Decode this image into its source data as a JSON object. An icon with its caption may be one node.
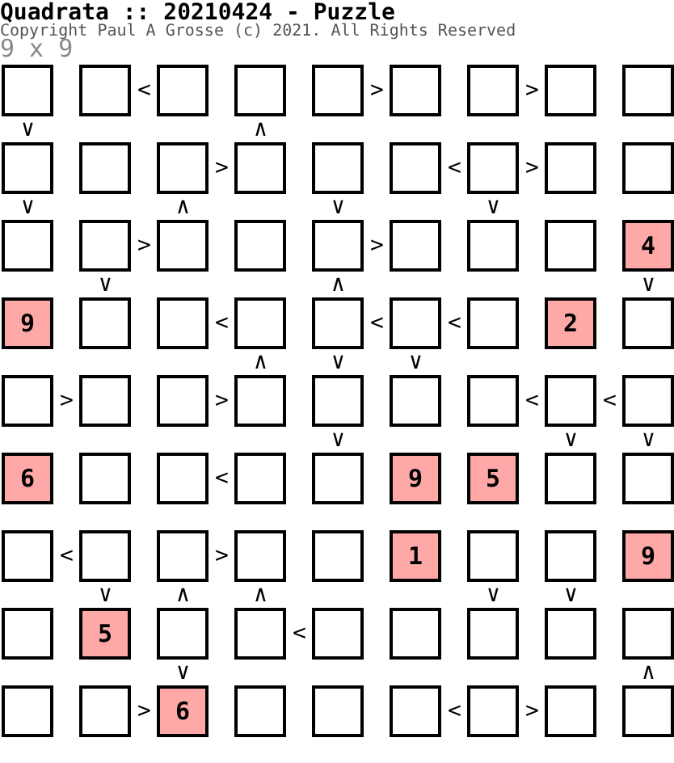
{
  "diagram": {
    "title": "Quadrata :: 20210424 - Puzzle",
    "nodes": [
      {
        "text": [],
        "shape": "box"
      },
      {
        "text": [],
        "shape": "box"
      },
      {
        "text": [],
        "shape": "box"
      },
      {
        "text": [],
        "shape": "box"
      },
      {
        "text": [],
        "shape": "box"
      },
      {
        "text": [],
        "shape": "box"
      },
      {
        "text": [],
        "shape": "box"
      },
      {
        "text": [],
        "shape": "box"
      },
      {
        "text": [],
        "shape": "box"
      },
      {
        "text": [],
        "shape": "box"
      },
      {
        "text": [],
        "shape": "box"
      },
      {
        "text": [],
        "shape": "box"
      },
      {
        "text": [],
        "shape": "box"
      },
      {
        "text": [],
        "shape": "box"
      },
      {
        "text": [],
        "shape": "box"
      },
      {
        "text": [],
        "shape": "box"
      },
      {
        "text": [],
        "shape": "box"
      },
      {
        "text": [],
        "shape": "box"
      },
      {
        "text": [],
        "shape": "box"
      },
      {
        "text": [],
        "shape": "box"
      },
      {
        "text": [],
        "shape": "box"
      },
      {
        "text": [],
        "shape": "box"
      },
      {
        "text": [],
        "shape": "box"
      },
      {
        "text": [],
        "shape": "box"
      },
      {
        "text": [],
        "shape": "box"
      },
      {
        "text": [],
        "shape": "box"
      },
      {
        "text": [
          "4"
        ]
      },
      {
        "text": [
          "9"
        ]
      },
      {
        "text": [],
        "shape": "box"
      },
      {
        "text": [],
        "shape": "box"
      },
      {
        "text": [],
        "shape": "box"
      },
      {
        "text": [],
        "shape": "box"
      },
      {
        "text": [],
        "shape": "box"
      },
      {
        "text": [],
        "shape": "box"
      },
      {
        "text": [
          "2"
        ]
      },
      {
        "text": [],
        "shape": "box"
      },
      {
        "text": [],
        "shape": "box"
      },
      {
        "text": [],
        "shape": "box"
      },
      {
        "text": [],
        "shape": "box"
      },
      {
        "text": [],
        "shape": "box"
      },
      {
        "text": [],
        "shape": "box"
      },
      {
        "text": [],
        "shape": "box"
      },
      {
        "text": [],
        "shape": "box"
      },
      {
        "text": [],
        "shape": "box"
      },
      {
        "text": [],
        "shape": "box"
      },
      {
        "text": [
          "6"
        ]
      },
      {
        "text": [],
        "shape": "box"
      },
      {
        "text": [],
        "shape": "box"
      },
      {
        "text": [],
        "shape": "box"
      },
      {
        "text": [],
        "shape": "box"
      },
      {
        "text": [
          "9"
        ]
      },
      {
        "text": [
          "5"
        ]
      },
      {
        "text": [],
        "shape": "box"
      },
      {
        "text": [],
        "shape": "box"
      },
      {
        "text": [],
        "shape": "box"
      },
      {
        "text": [],
        "shape": "box"
      },
      {
        "text": [],
        "shape": "box"
      },
      {
        "text": [],
        "shape": "box"
      },
      {
        "text": [],
        "shape": "box"
      },
      {
        "text": [
          "1"
        ]
      },
      {
        "text": [],
        "shape": "box"
      },
      {
        "text": [],
        "shape": "box"
      },
      {
        "text": [
          "9"
        ]
      },
      {
        "text": [],
        "shape": "box"
      },
      {
        "text": [
          "5"
        ]
      },
      {
        "text": [],
        "shape": "box"
      },
      {
        "text": [],
        "shape": "box"
      },
      {
        "text": [],
        "shape": "box"
      },
      {
        "text": [],
        "shape": "box"
      },
      {
        "text": [],
        "shape": "box"
      },
      {
        "text": [],
        "shape": "box"
      },
      {
        "text": [],
        "shape": "box"
      },
      {
        "text": [],
        "shape": "box"
      },
      {
        "text": [],
        "shape": "box"
      },
      {
        "text": [
          "6"
        ]
      },
      {
        "text": [],
        "shape": "box"
      },
      {
        "text": [],
        "shape": "box"
      },
      {
        "text": [],
        "shape": "box"
      },
      {
        "text": [],
        "shape": "box"
      },
      {
        "text": [],
        "shape": "box"
      },
      {
        "text": [],
        "shape": "box"
      }
    ],
    "labels": [
      "Copyright Paul A Grosse (c) 2021. All Rights Reserved",
      "9 x 9",
      "<",
      ">",
      ">",
      "∨",
      "∧",
      ">",
      "<",
      ">",
      "∨",
      "∧",
      "∨",
      "∨",
      ">",
      ">",
      "∨",
      "∧",
      "∨",
      "<",
      "<",
      "<",
      "∧",
      "∨",
      "∨",
      ">",
      ">",
      "<",
      "<",
      "∨",
      "∨",
      "∨",
      "<",
      "<",
      ">",
      "∨",
      "∧",
      "∧",
      "∨",
      "∨",
      "<",
      "∨",
      "∧",
      ">",
      "<",
      ">"
    ]
  }
}
